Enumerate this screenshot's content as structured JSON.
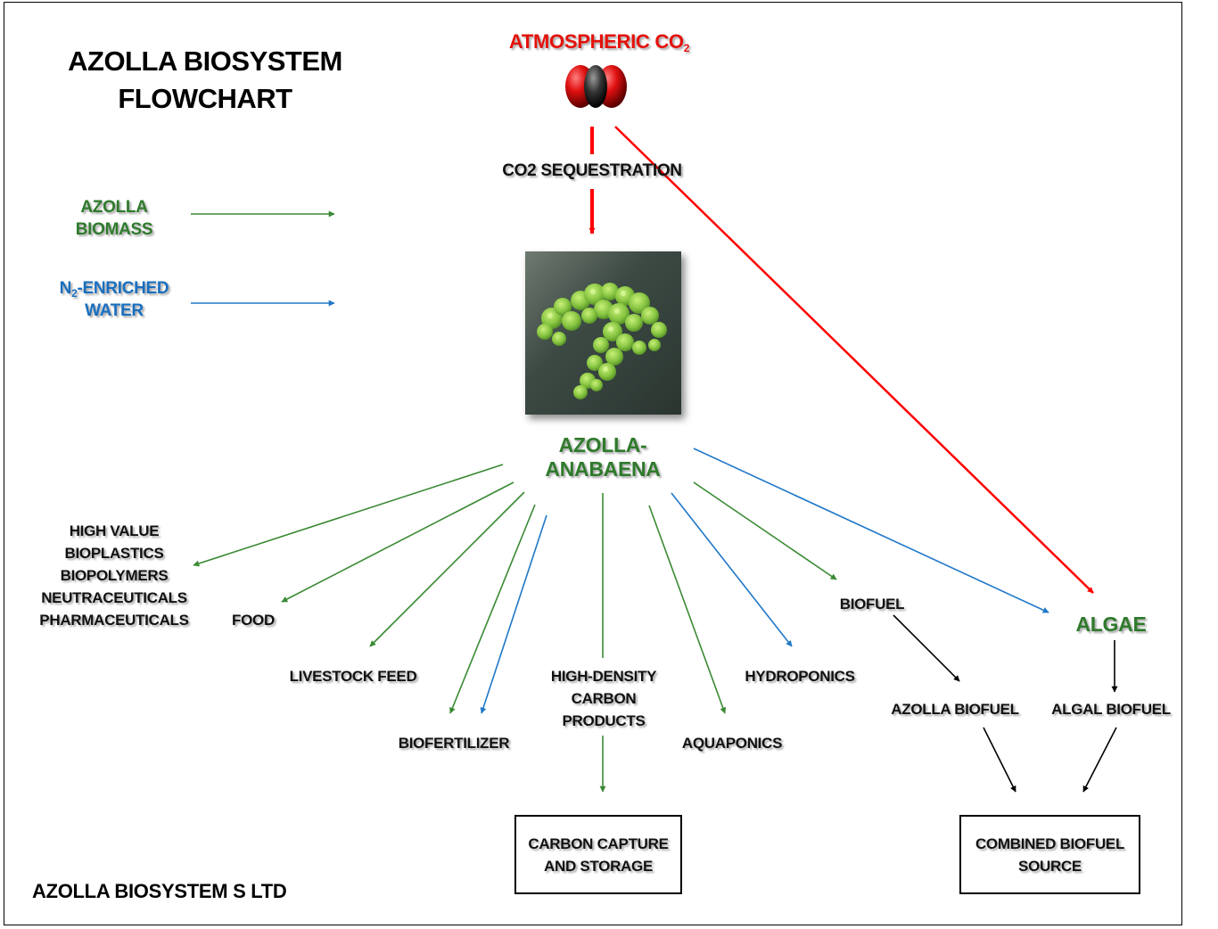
{
  "title": {
    "line1": "AZOLLA BIOSYSTEM",
    "line2": "FLOWCHART"
  },
  "footer": "AZOLLA BIOSYSTEM S LTD",
  "co2_source": {
    "label": "ATMOSPHERIC CO",
    "subscript": "2"
  },
  "sequestration": "CO2 SEQUESTRATION",
  "inputs": {
    "biomass": [
      "AZOLLA",
      "BIOMASS"
    ],
    "water": {
      "n": "N",
      "subscript": "2",
      "rest": "-ENRICHED",
      "line2": "WATER"
    }
  },
  "center": [
    "AZOLLA-",
    "ANABAENA"
  ],
  "products": {
    "high_value": [
      "HIGH VALUE",
      "BIOPLASTICS",
      "BIOPOLYMERS",
      "NEUTRACEUTICALS",
      "PHARMACEUTICALS"
    ],
    "food": "FOOD",
    "livestock_feed": "LIVESTOCK FEED",
    "biofertilizer": "BIOFERTILIZER",
    "carbon_products": [
      "HIGH-DENSITY",
      "CARBON",
      "PRODUCTS"
    ],
    "aquaponics": "AQUAPONICS",
    "hydroponics": "HYDROPONICS",
    "biofuel": "BIOFUEL",
    "algae": "ALGAE",
    "azolla_biofuel": "AZOLLA BIOFUEL",
    "algal_biofuel": "ALGAL BIOFUEL"
  },
  "boxes": {
    "ccs": [
      "CARBON CAPTURE",
      "AND STORAGE"
    ],
    "combined": [
      "COMBINED BIOFUEL",
      "SOURCE"
    ]
  },
  "colors": {
    "green": "#2f7a2c",
    "blue": "#1a6fbf",
    "red": "#e3120b",
    "black": "#111111",
    "arrow_green": "#3a8a34",
    "arrow_blue": "#1f78c8",
    "arrow_red": "#ff0000"
  },
  "icons": {
    "co2_molecule": "co2-molecule-icon",
    "azolla_photo": "azolla-plant-image"
  }
}
